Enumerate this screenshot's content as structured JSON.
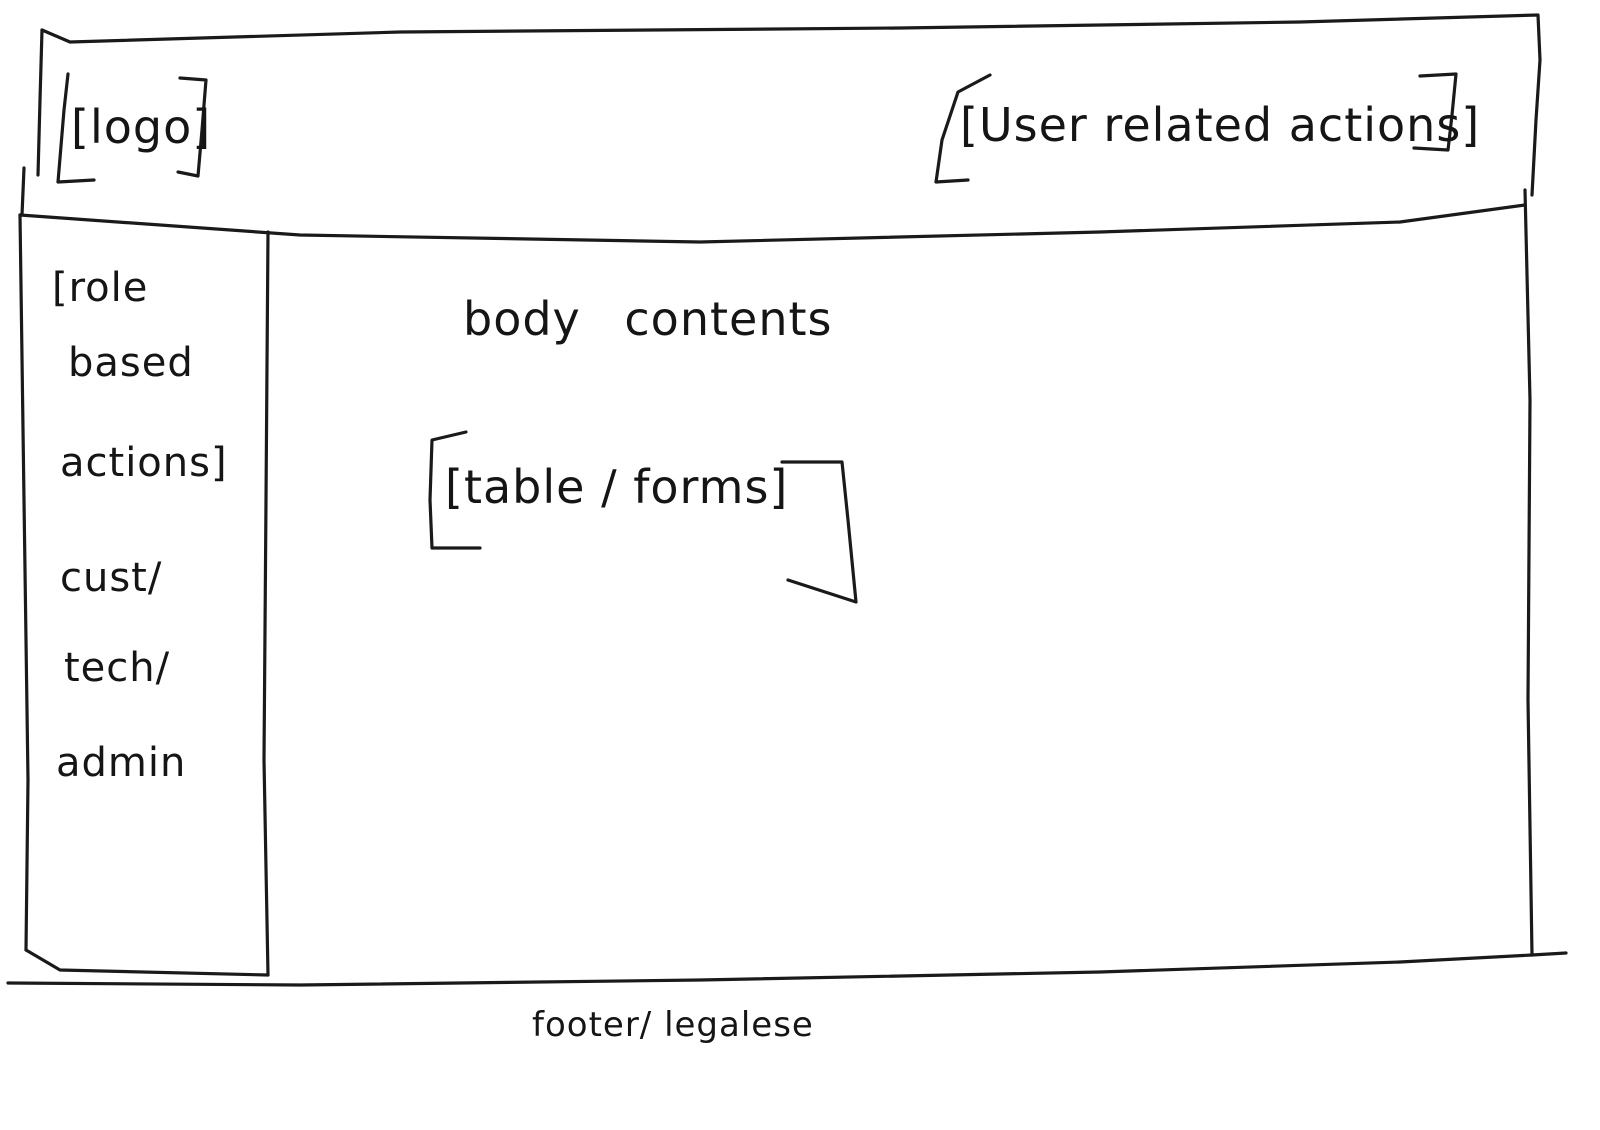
{
  "header": {
    "logo_label": "[logo]",
    "user_actions_label": "[User related actions]"
  },
  "sidebar": {
    "role_actions_lines": [
      "[role",
      "based",
      "actions]"
    ],
    "roles_lines": [
      "cust/",
      "tech/",
      "admin"
    ]
  },
  "main": {
    "heading": "body contents",
    "placeholder": "[table / forms]"
  },
  "footer": {
    "label": "footer/ legalese"
  }
}
